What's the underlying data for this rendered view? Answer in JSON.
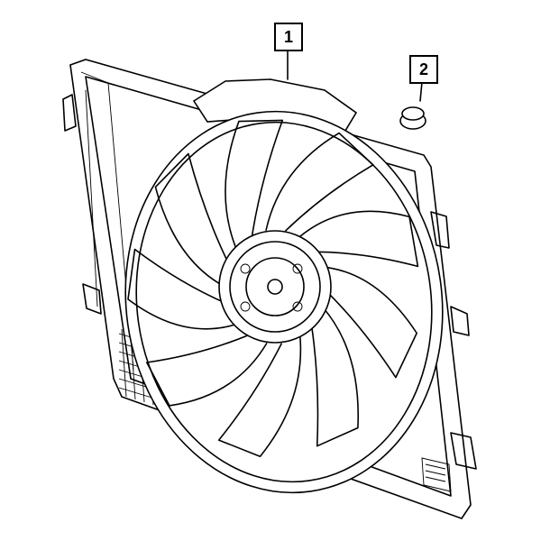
{
  "diagram": {
    "callouts": [
      {
        "label": "1",
        "part": "fan-shroud-assembly"
      },
      {
        "label": "2",
        "part": "grommet"
      }
    ],
    "blade_count": 9,
    "colors": {
      "line": "#000000",
      "background": "#ffffff"
    }
  }
}
